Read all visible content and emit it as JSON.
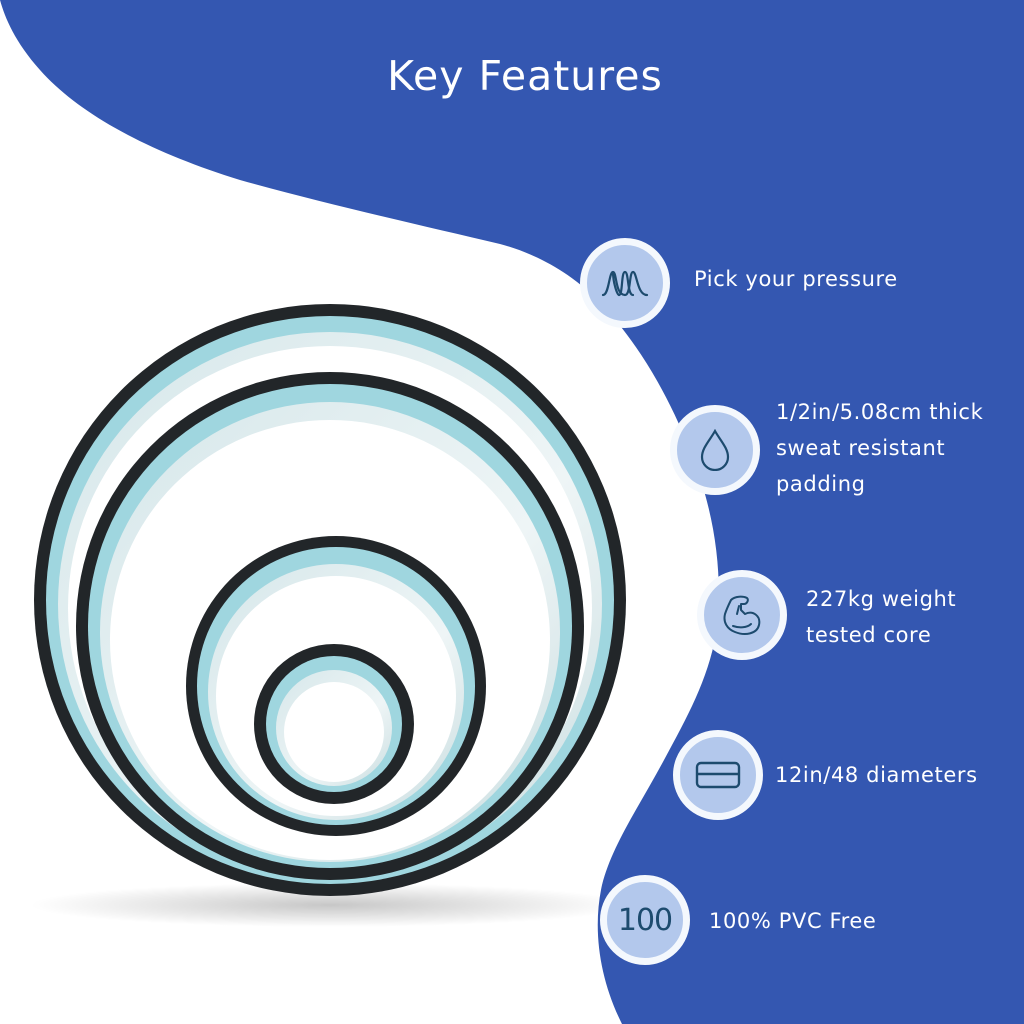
{
  "header": {
    "title": "Key Features"
  },
  "colors": {
    "brand_blue": "#3457b1",
    "icon_fill": "#b3c8ec",
    "icon_stroke": "#1d4b6e",
    "ring_black": "#222629",
    "ring_teal": "#9fd6df"
  },
  "features": [
    {
      "icon": "pressure-wave-icon",
      "lines": [
        "Pick your pressure"
      ]
    },
    {
      "icon": "water-drop-icon",
      "lines": [
        "1/2in/5.08cm thick",
        "sweat resistant",
        "padding"
      ]
    },
    {
      "icon": "flexed-arm-icon",
      "lines": [
        "227kg weight",
        "tested core"
      ]
    },
    {
      "icon": "card-size-icon",
      "lines": [
        "12in/48 diameters"
      ]
    },
    {
      "icon": "hundred-badge-icon",
      "badge": "100",
      "lines": [
        "100% PVC Free"
      ]
    }
  ],
  "product": {
    "name": "yoga-wheel-set",
    "ring_count": 4
  }
}
